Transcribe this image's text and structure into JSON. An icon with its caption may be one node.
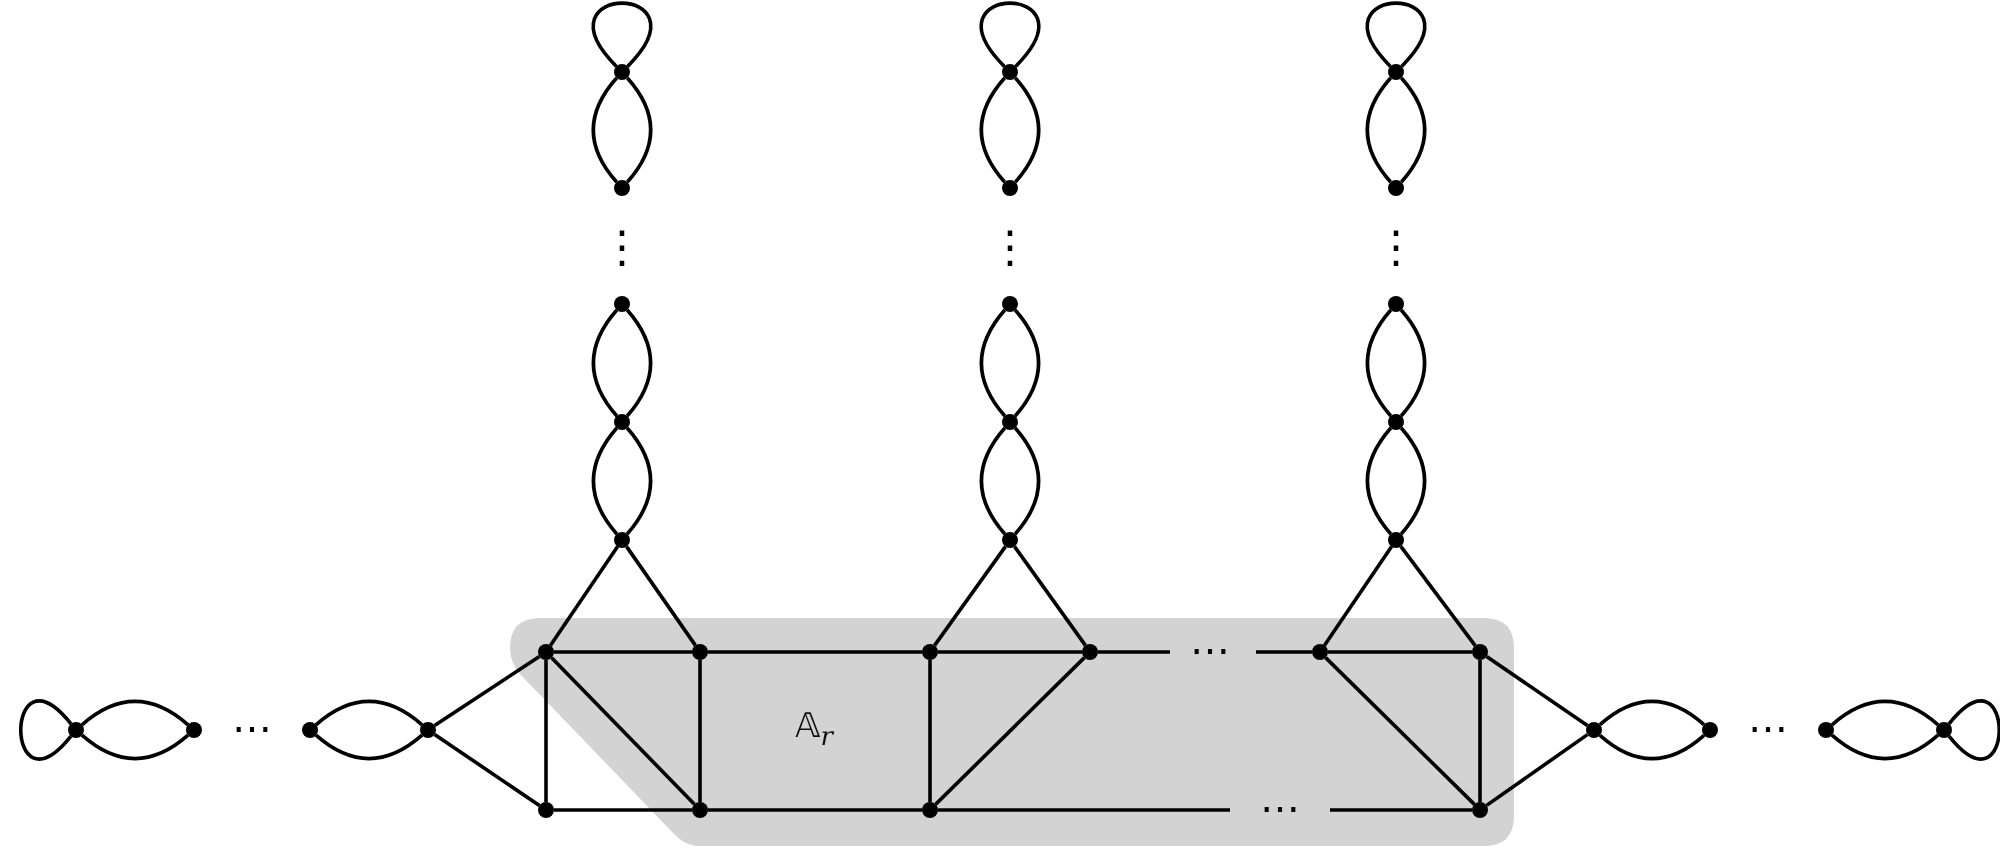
{
  "diagram": {
    "nodes": [
      {
        "text": [
          "𝔸$_{r}$"
        ]
      },
      {
        "text": [],
        "shape": "circle"
      },
      {
        "text": [],
        "shape": "circle"
      },
      {
        "text": [],
        "shape": "circle"
      },
      {
        "text": [],
        "shape": "circle"
      },
      {
        "text": [],
        "shape": "circle"
      },
      {
        "text": [],
        "shape": "circle"
      },
      {
        "text": [],
        "shape": "circle"
      },
      {
        "text": [],
        "shape": "circle"
      },
      {
        "text": [],
        "shape": "circle"
      },
      {
        "text": [],
        "shape": "circle"
      },
      {
        "text": [],
        "shape": "circle"
      },
      {
        "text": [],
        "shape": "circle"
      },
      {
        "text": [],
        "shape": "circle"
      },
      {
        "text": [],
        "shape": "circle"
      },
      {
        "text": [],
        "shape": "circle"
      },
      {
        "text": [],
        "shape": "circle",
        "in": 0
      },
      {
        "text": [],
        "shape": "circle",
        "in": 0
      },
      {
        "text": [],
        "shape": "circle",
        "in": 0
      },
      {
        "text": [],
        "shape": "circle",
        "in": 0
      },
      {
        "text": [],
        "shape": "circle",
        "in": 0
      },
      {
        "text": [],
        "shape": "circle",
        "in": 0
      },
      {
        "text": [],
        "shape": "circle"
      },
      {
        "text": [],
        "shape": "circle"
      },
      {
        "text": [],
        "shape": "circle"
      },
      {
        "text": [],
        "shape": "circle"
      },
      {
        "text": [],
        "shape": "circle"
      },
      {
        "text": [],
        "shape": "circle"
      },
      {
        "text": [],
        "shape": "circle"
      },
      {
        "text": [],
        "shape": "circle"
      },
      {
        "text": [],
        "shape": "circle"
      },
      {
        "text": [],
        "shape": "circle",
        "in": 0
      },
      {
        "text": [],
        "shape": "circle",
        "in": 0
      },
      {
        "text": [],
        "shape": "circle",
        "in": 0
      }
    ],
    "edges": [
      {
        "from": 1,
        "to": 1,
        "arrow": "none"
      },
      {
        "from": 1,
        "to": 2,
        "arrow": "none"
      },
      {
        "from": 1,
        "to": 2,
        "arrow": "none"
      },
      {
        "from": 3,
        "to": 4,
        "arrow": "none"
      },
      {
        "from": 3,
        "to": 4,
        "arrow": "none"
      },
      {
        "from": 4,
        "to": 5,
        "arrow": "none"
      },
      {
        "from": 4,
        "to": 5,
        "arrow": "none"
      },
      {
        "from": 5,
        "to": 16,
        "arrow": "none"
      },
      {
        "from": 5,
        "to": 17,
        "arrow": "none"
      },
      {
        "from": 6,
        "to": 6,
        "arrow": "none"
      },
      {
        "from": 6,
        "to": 7,
        "arrow": "none"
      },
      {
        "from": 6,
        "to": 7,
        "arrow": "none"
      },
      {
        "from": 8,
        "to": 9,
        "arrow": "none"
      },
      {
        "from": 8,
        "to": 9,
        "arrow": "none"
      },
      {
        "from": 9,
        "to": 10,
        "arrow": "none"
      },
      {
        "from": 9,
        "to": 10,
        "arrow": "none"
      },
      {
        "from": 10,
        "to": 18,
        "arrow": "none"
      },
      {
        "from": 10,
        "to": 19,
        "arrow": "none"
      },
      {
        "from": 11,
        "to": 11,
        "arrow": "none"
      },
      {
        "from": 11,
        "to": 12,
        "arrow": "none"
      },
      {
        "from": 11,
        "to": 12,
        "arrow": "none"
      },
      {
        "from": 13,
        "to": 14,
        "arrow": "none"
      },
      {
        "from": 13,
        "to": 14,
        "arrow": "none"
      },
      {
        "from": 14,
        "to": 15,
        "arrow": "none"
      },
      {
        "from": 14,
        "to": 15,
        "arrow": "none"
      },
      {
        "from": 15,
        "to": 20,
        "arrow": "none"
      },
      {
        "from": 15,
        "to": 21,
        "arrow": "none"
      },
      {
        "from": 16,
        "to": 17,
        "arrow": "none"
      },
      {
        "from": 17,
        "to": 18,
        "arrow": "none"
      },
      {
        "from": 18,
        "to": 19,
        "arrow": "none"
      },
      {
        "from": 19,
        "to": null,
        "arrow": "none"
      },
      {
        "from": null,
        "to": 20,
        "arrow": "none"
      },
      {
        "from": 20,
        "to": 21,
        "arrow": "none"
      },
      {
        "from": 16,
        "to": 30,
        "arrow": "none"
      },
      {
        "from": 16,
        "to": 31,
        "arrow": "none"
      },
      {
        "from": 17,
        "to": 31,
        "arrow": "none"
      },
      {
        "from": 30,
        "to": 31,
        "arrow": "none"
      },
      {
        "from": 31,
        "to": 32,
        "arrow": "none"
      },
      {
        "from": 18,
        "to": 32,
        "arrow": "none"
      },
      {
        "from": 19,
        "to": 32,
        "arrow": "none"
      },
      {
        "from": 32,
        "to": null,
        "arrow": "none"
      },
      {
        "from": null,
        "to": 33,
        "arrow": "none"
      },
      {
        "from": 20,
        "to": 33,
        "arrow": "none"
      },
      {
        "from": 21,
        "to": 33,
        "arrow": "none"
      },
      {
        "from": 21,
        "to": 26,
        "arrow": "none"
      },
      {
        "from": 33,
        "to": 26,
        "arrow": "none"
      },
      {
        "from": 22,
        "to": 22,
        "arrow": "none"
      },
      {
        "from": 22,
        "to": 23,
        "arrow": "none"
      },
      {
        "from": 22,
        "to": 23,
        "arrow": "none"
      },
      {
        "from": 24,
        "to": 25,
        "arrow": "none"
      },
      {
        "from": 24,
        "to": 25,
        "arrow": "none"
      },
      {
        "from": 25,
        "to": 16,
        "arrow": "none"
      },
      {
        "from": 25,
        "to": 30,
        "arrow": "none"
      },
      {
        "from": 26,
        "to": 27,
        "arrow": "none"
      },
      {
        "from": 26,
        "to": 27,
        "arrow": "none"
      },
      {
        "from": 28,
        "to": 29,
        "arrow": "none"
      },
      {
        "from": 28,
        "to": 29,
        "arrow": "none"
      },
      {
        "from": 29,
        "to": 29,
        "arrow": "none"
      }
    ],
    "labels": [
      "⋮",
      "⋮",
      "⋮",
      "⋯",
      "⋯",
      "⋯",
      "⋯"
    ]
  }
}
